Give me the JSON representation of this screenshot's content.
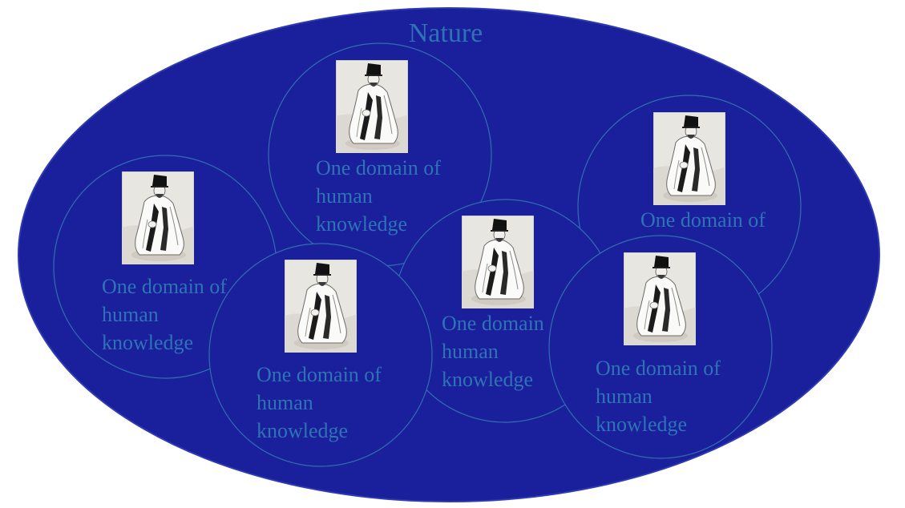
{
  "colors": {
    "nature_fill": "#1a1f9c",
    "nature_stroke": "#2d3ab0",
    "circle_stroke": "#2f6fb0",
    "label_text": "#2e74b5"
  },
  "nature": {
    "label": "Nature"
  },
  "domains": [
    {
      "lines": [
        "One domain of",
        "human",
        "knowledge"
      ],
      "icon": "seated-scholar-portrait"
    },
    {
      "lines": [
        "One domain of"
      ],
      "icon": "seated-scholar-portrait"
    },
    {
      "lines": [
        "One domain of",
        "human",
        "knowledge"
      ],
      "icon": "seated-scholar-portrait"
    },
    {
      "lines": [
        "One domain",
        "human",
        "knowledge"
      ],
      "icon": "seated-scholar-portrait"
    },
    {
      "lines": [
        "One domain of",
        "human",
        "knowledge"
      ],
      "icon": "seated-scholar-portrait"
    },
    {
      "lines": [
        "One domain of",
        "human",
        "knowledge"
      ],
      "icon": "seated-scholar-portrait"
    }
  ]
}
